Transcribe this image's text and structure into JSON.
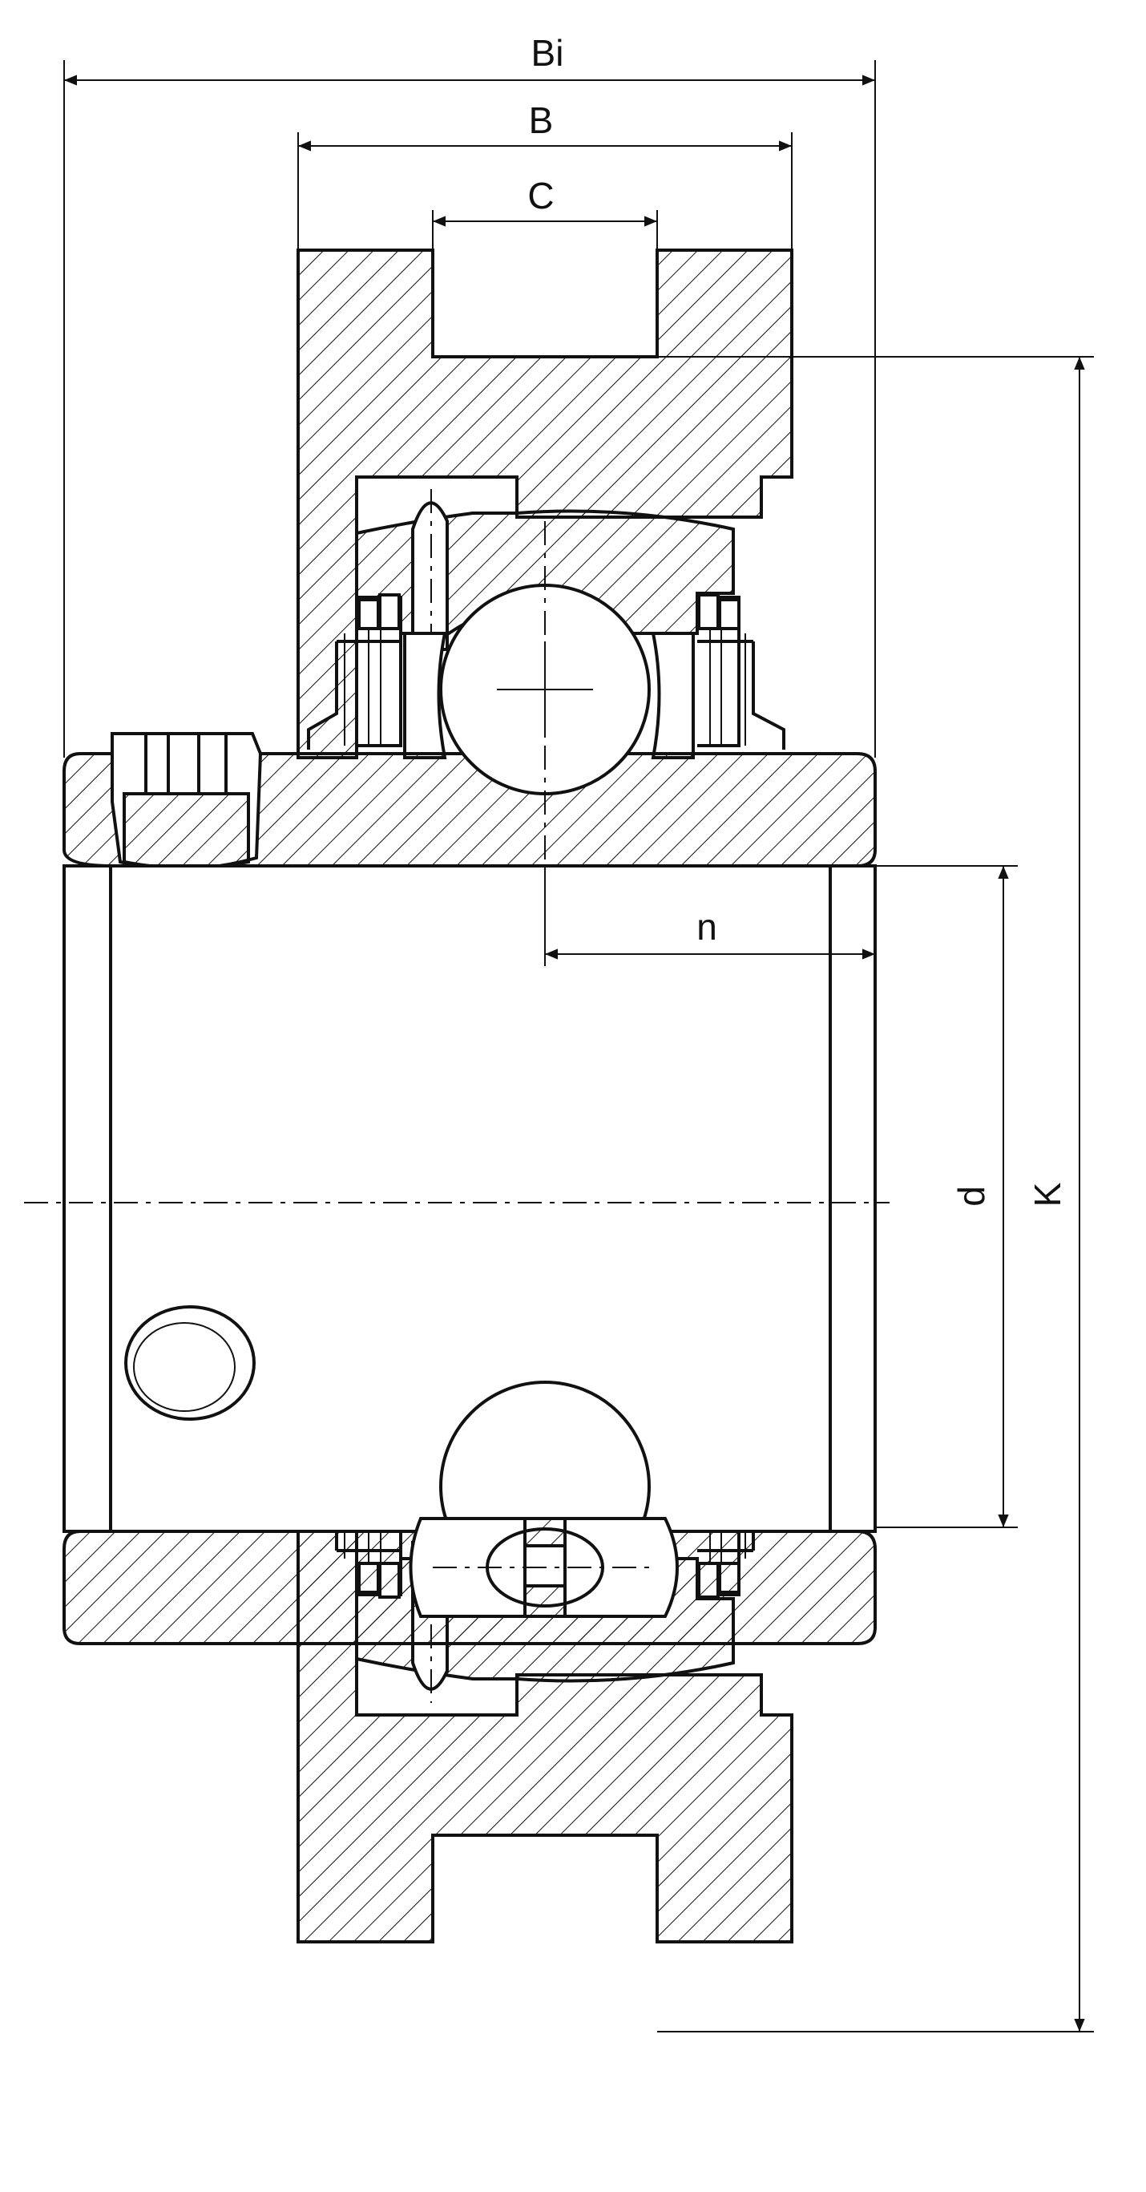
{
  "dimensions": {
    "bi": "Bi",
    "b": "B",
    "c": "C",
    "n": "n",
    "d": "d",
    "k": "K"
  },
  "colors": {
    "line": "#111111",
    "background": "#ffffff"
  }
}
